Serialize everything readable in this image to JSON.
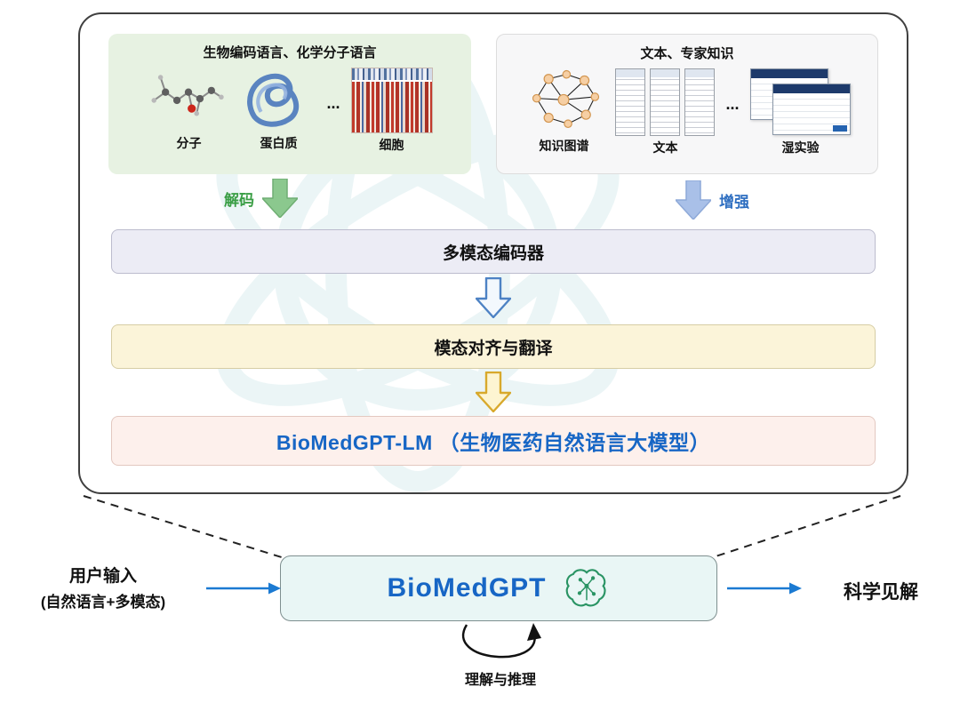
{
  "left_panel": {
    "title": "生物编码语言、化学分子语言",
    "ellipsis": "...",
    "items": [
      {
        "label": "分子",
        "icon": "molecule-image"
      },
      {
        "label": "蛋白质",
        "icon": "protein-image"
      },
      {
        "label": "细胞",
        "icon": "cell-heatmap-image"
      }
    ],
    "arrow_label": "解码"
  },
  "right_panel": {
    "title": "文本、专家知识",
    "ellipsis": "...",
    "items": [
      {
        "label": "知识图谱",
        "icon": "knowledge-graph-image"
      },
      {
        "label": "文本",
        "icon": "documents-image"
      },
      {
        "label": "湿实验",
        "icon": "wet-lab-screens-image"
      }
    ],
    "arrow_label": "增强"
  },
  "pipeline": {
    "encoder_bar": "多模态编码器",
    "align_bar": "模态对齐与翻译",
    "lm_bar": "BioMedGPT-LM （生物医药自然语言大模型）"
  },
  "bottom": {
    "model_name": "BioMedGPT",
    "brain_icon": "circuit-brain-icon",
    "input_line1": "用户输入",
    "input_line2": "(自然语言+多模态)",
    "output_label": "科学见解",
    "loop_label": "理解与推理"
  },
  "colors": {
    "accent_blue": "#1766c5",
    "decode_green": "#3a9e45",
    "enhance_blue": "#2f6fc1",
    "decode_arrow_fill": "#8bc88e",
    "enhance_arrow_fill": "#a9c0e8"
  }
}
